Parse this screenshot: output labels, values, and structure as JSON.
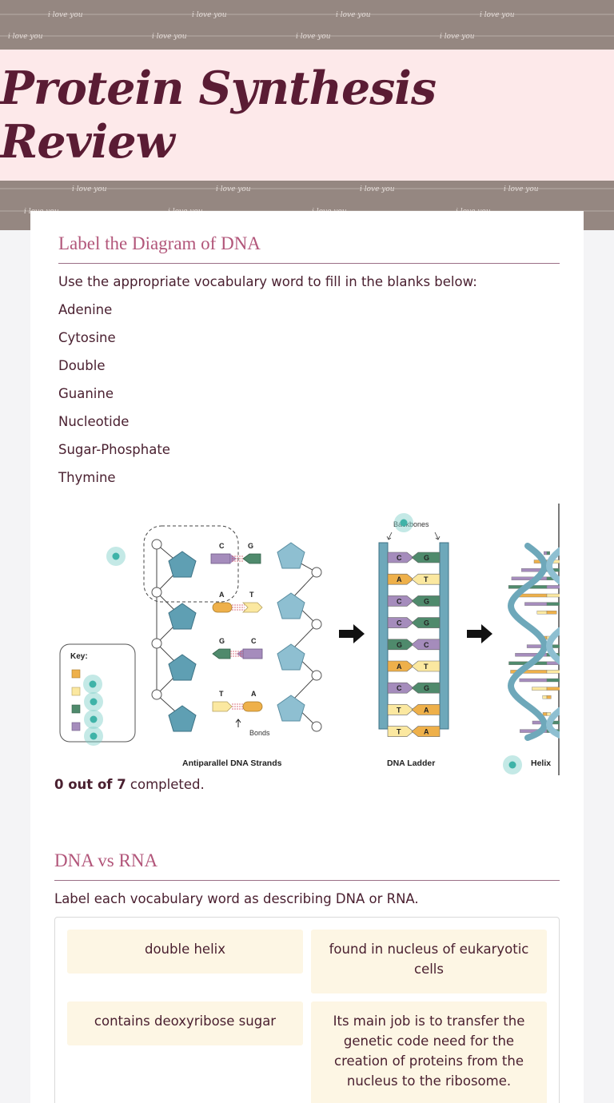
{
  "page": {
    "title": "Protein Synthesis Review",
    "banner_text": "i love you"
  },
  "section1": {
    "heading": "Label the Diagram of DNA",
    "instructions": "Use the appropriate vocabulary word to fill in the blanks below:",
    "words": [
      "Adenine",
      "Cytosine",
      "Double",
      "Guanine",
      "Nucleotide",
      "Sugar-Phosphate",
      "Thymine"
    ],
    "diagram": {
      "key_label": "Key:",
      "bonds_label": "Bonds",
      "backbones_label": "Backbones",
      "caption_left": "Antiparallel DNA Strands",
      "caption_middle": "DNA Ladder",
      "caption_right": "Helix",
      "strand_pairs": [
        {
          "left": "C",
          "right": "G"
        },
        {
          "left": "A",
          "right": "T"
        },
        {
          "left": "G",
          "right": "C"
        },
        {
          "left": "T",
          "right": "A"
        }
      ],
      "ladder_pairs": [
        {
          "left": "C",
          "right": "G"
        },
        {
          "left": "A",
          "right": "T"
        },
        {
          "left": "C",
          "right": "G"
        },
        {
          "left": "C",
          "right": "G"
        },
        {
          "left": "G",
          "right": "C"
        },
        {
          "left": "A",
          "right": "T"
        },
        {
          "left": "C",
          "right": "G"
        },
        {
          "left": "T",
          "right": "A"
        },
        {
          "left": "T",
          "right": "A"
        }
      ]
    },
    "progress_count": "0 out of 7",
    "progress_suffix": " completed."
  },
  "section2": {
    "heading": "DNA vs RNA",
    "instructions": "Label each vocabulary word as describing DNA or RNA.",
    "chips": [
      "double helix",
      "found in nucleus of eukaryotic cells",
      "contains deoxyribose sugar",
      "Its main job is to transfer the genetic code need for the creation of proteins from the nucleus to the ribosome."
    ]
  },
  "colors": {
    "band": "#958781",
    "title_bg": "#fde9ea",
    "title_text": "#5a1c34",
    "heading_pink": "#b2567a",
    "chip_bg": "#fdf6e4",
    "hotspot": "#7ccfc8",
    "cytosine": "#a58cbc",
    "guanine": "#4f8a6c",
    "adenine": "#eeb04a",
    "thymine": "#fbe8a0",
    "backbone": "#5f9fb3"
  }
}
